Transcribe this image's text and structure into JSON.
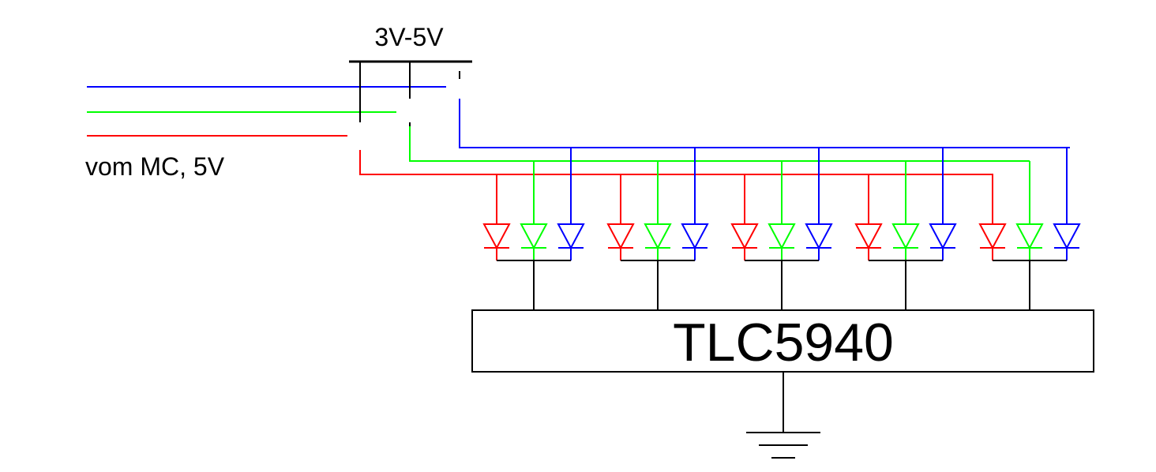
{
  "supply_label": "3V-5V",
  "input_label": "vom MC, 5V",
  "chip_label": "TLC5940",
  "colors": {
    "red": "#ff0000",
    "green": "#00ff00",
    "blue": "#0000ff",
    "wire": "#000000"
  },
  "led_group_count": 5,
  "led_channels": [
    "red",
    "green",
    "blue"
  ],
  "icons": [
    "switch-icon",
    "led-diode-icon",
    "ground-icon"
  ]
}
